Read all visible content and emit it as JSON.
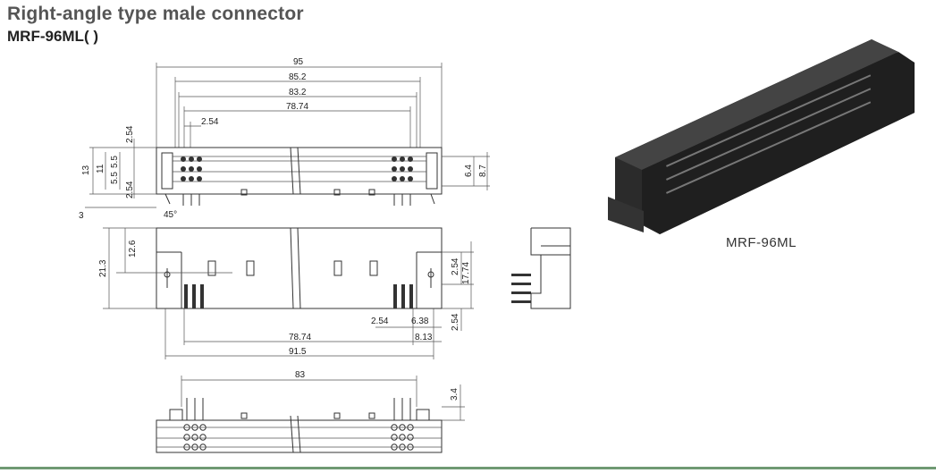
{
  "header": {
    "title": "Right-angle type male connector",
    "model": "MRF-96ML( )"
  },
  "photo": {
    "caption": "MRF-96ML"
  },
  "dimensions": {
    "overall_length": "95",
    "d_85_2": "85.2",
    "d_83_2": "83.2",
    "d_78_74_top": "78.74",
    "pitch_2_54": "2.54",
    "left_2_54_top": "2.54",
    "left_13": "13",
    "left_11": "11",
    "left_5_5_a": "5.5",
    "left_5_5_b": "5.5",
    "left_2_54_bottom": "2.54",
    "left_3": "3",
    "angle_45": "45°",
    "right_6_4": "6.4",
    "right_8_7": "8.7",
    "left_21_3": "21.3",
    "left_12_6": "12.6",
    "right_2_54_a": "2.54",
    "right_17_74": "17.74",
    "right_2_54_b": "2.54",
    "bot_2_54": "2.54",
    "bot_6_38": "6.38",
    "bot_78_74": "78.74",
    "bot_8_13": "8.13",
    "bot_91_5": "91.5",
    "lower_83": "83",
    "lower_3_4": "3.4"
  },
  "colors": {
    "connector_body": "#2b2b2b",
    "accent_rule": "#6f9a73"
  }
}
